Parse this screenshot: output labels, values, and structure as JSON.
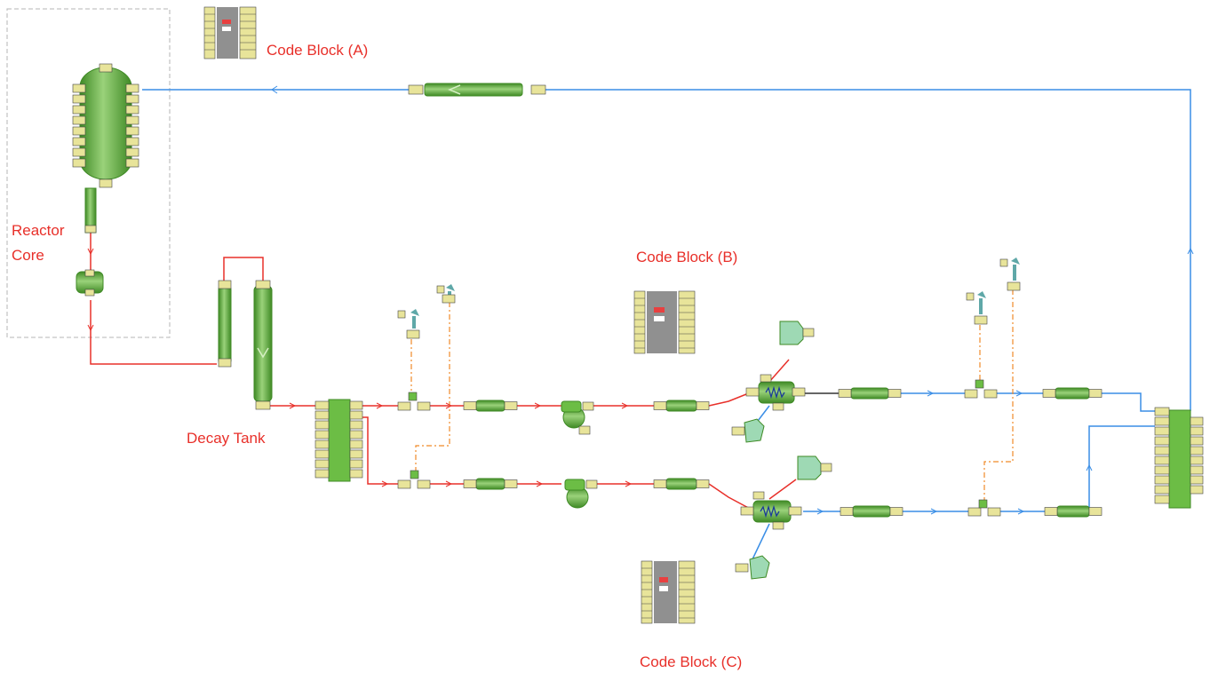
{
  "labels": {
    "code_block_a": "Code Block (A)",
    "code_block_b": "Code Block (B)",
    "code_block_c": "Code Block (C)",
    "reactor_core": "Reactor\nCore",
    "decay_tank": "Decay Tank"
  },
  "colors": {
    "hot_line": "#e8302a",
    "cold_line": "#3a8ee6",
    "control_line": "#f08a28",
    "component_fill": "#6cbd45",
    "component_dark": "#3f8a25",
    "port_fill": "#e8e49a",
    "boundary_fill": "#9ed9b4",
    "label_color": "#e8302a",
    "frame_color": "#b5b5b5"
  },
  "icons": [
    "pipe-icon",
    "pump-icon",
    "heat-exchanger-icon",
    "boundary-condition-icon",
    "valve-icon",
    "junction-icon",
    "code-block-icon",
    "vessel-icon",
    "plenum-icon",
    "sensor-icon"
  ]
}
